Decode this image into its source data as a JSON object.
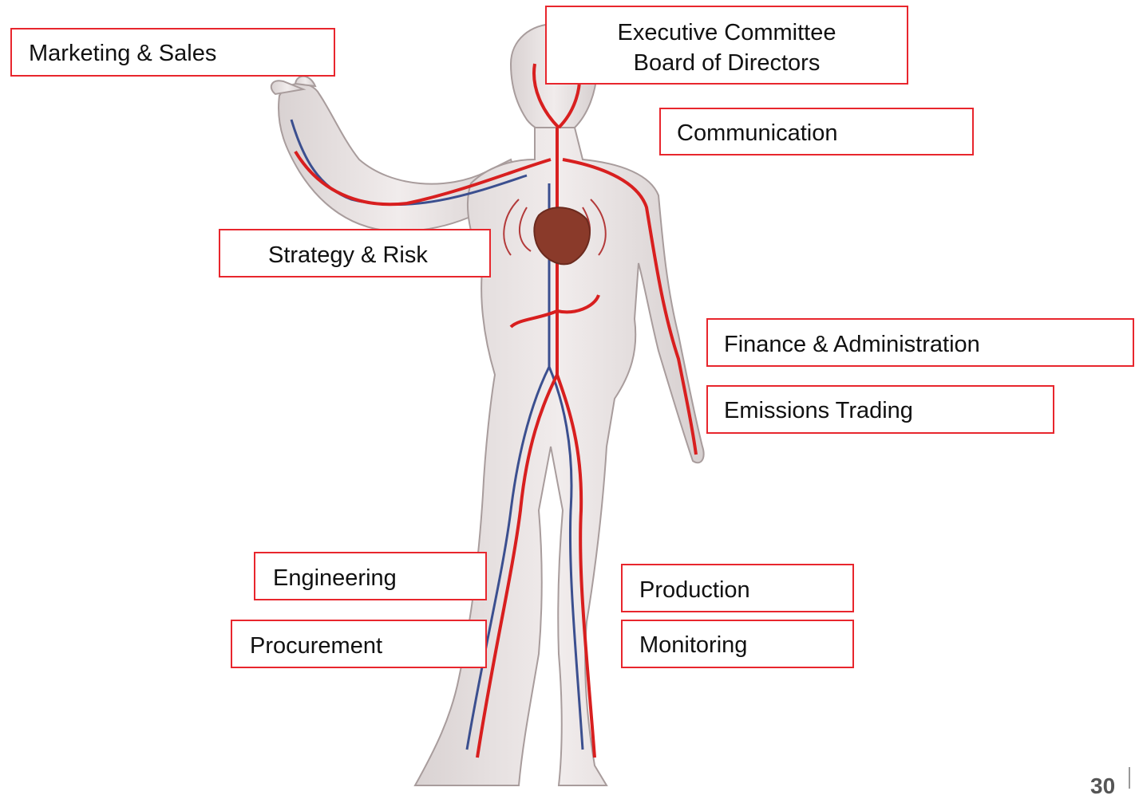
{
  "labels": {
    "executive": [
      "Executive Committee",
      "Board of Directors"
    ],
    "marketing": "Marketing & Sales",
    "communication": "Communication",
    "strategy": "Strategy & Risk",
    "finance": "Finance & Administration",
    "emissions": "Emissions Trading",
    "engineering": "Engineering",
    "procurement": "Procurement",
    "production": "Production",
    "monitoring": "Monitoring"
  },
  "page_number": "30",
  "colors": {
    "box_border": "#e8262d",
    "artery": "#d81f1f",
    "vein": "#3b4f8f",
    "skin": "#ece6e6",
    "heart": "#8a3a2a"
  }
}
